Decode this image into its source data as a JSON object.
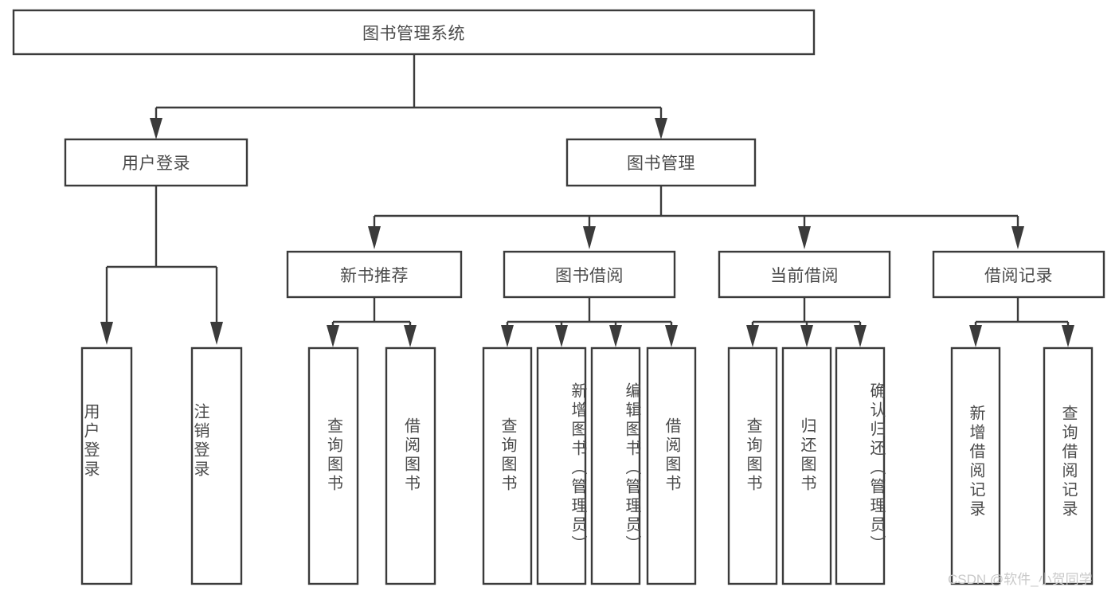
{
  "diagram": {
    "type": "tree",
    "title": "图书管理系统",
    "root": {
      "label": "图书管理系统",
      "shape": "rectangle"
    },
    "level2": [
      {
        "label": "用户登录"
      },
      {
        "label": "图书管理"
      }
    ],
    "level3": [
      {
        "label": "新书推荐"
      },
      {
        "label": "图书借阅"
      },
      {
        "label": "当前借阅"
      },
      {
        "label": "借阅记录"
      }
    ],
    "leaves": {
      "user_login": [
        {
          "label": "用户登录"
        },
        {
          "label": "注销登录"
        }
      ],
      "new_book_recommend": [
        {
          "label": "查询图书"
        },
        {
          "label": "借阅图书"
        }
      ],
      "book_borrow": [
        {
          "label": "查询图书"
        },
        {
          "label": "新增图书（管理员）"
        },
        {
          "label": "编辑图书（管理员）"
        },
        {
          "label": "借阅图书"
        }
      ],
      "current_borrow": [
        {
          "label": "查询图书"
        },
        {
          "label": "归还图书"
        },
        {
          "label": "确认归还（管理员）"
        }
      ],
      "borrow_record": [
        {
          "label": "新增借阅记录"
        },
        {
          "label": "查询借阅记录"
        }
      ]
    }
  },
  "watermark": {
    "text": "CSDN @软件_小贺同学"
  },
  "colors": {
    "stroke": "#3b3b3b",
    "text": "#4a4a4a",
    "background": "#ffffff",
    "watermark": "#c9c9c9"
  }
}
